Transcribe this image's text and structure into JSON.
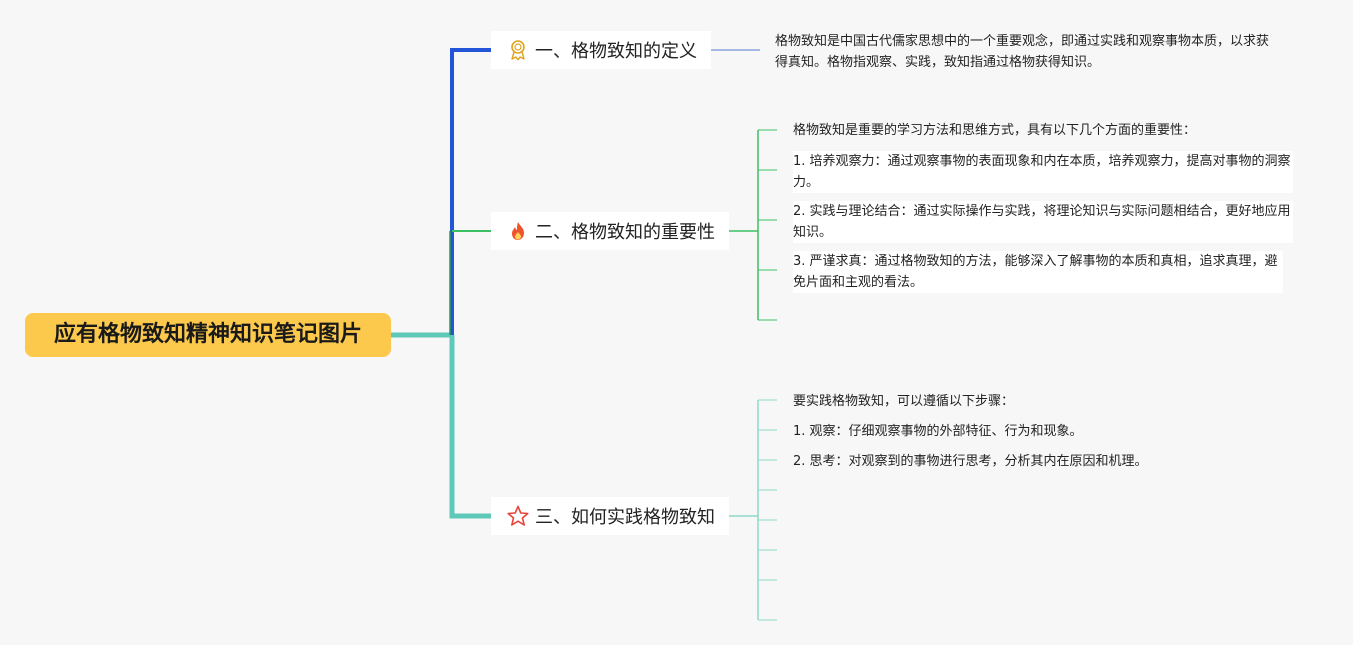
{
  "root": {
    "title": "应有格物致知精神知识笔记图片",
    "color": "#fcc94d"
  },
  "branches": [
    {
      "icon": "award-ribbon-icon",
      "title": "一、格物致知的定义",
      "line_color": "#2355d8",
      "items": [
        "格物致知是中国古代儒家思想中的一个重要观念，即通过实践和观察事物本质，以求获得真知。格物指观察、实践，致知指通过格物获得知识。"
      ]
    },
    {
      "icon": "fire-icon",
      "title": "二、格物致知的重要性",
      "line_color": "#3cc063",
      "items": [
        "格物致知是重要的学习方法和思维方式，具有以下几个方面的重要性：",
        "1. 培养观察力：通过观察事物的表面现象和内在本质，培养观察力，提高对事物的洞察力。",
        "2. 实践与理论结合：通过实际操作与实践，将理论知识与实际问题相结合，更好地应用知识。",
        "3. 严谨求真：通过格物致知的方法，能够深入了解事物的本质和真相，追求真理，避免片面和主观的看法。"
      ]
    },
    {
      "icon": "star-outline-icon",
      "title": "三、如何实践格物致知",
      "line_color": "#5ec8b9",
      "items": [
        "要实践格物致知，可以遵循以下步骤：",
        "1. 观察：仔细观察事物的外部特征、行为和现象。",
        "2. 思考：对观察到的事物进行思考，分析其内在原因和机理。"
      ]
    }
  ]
}
